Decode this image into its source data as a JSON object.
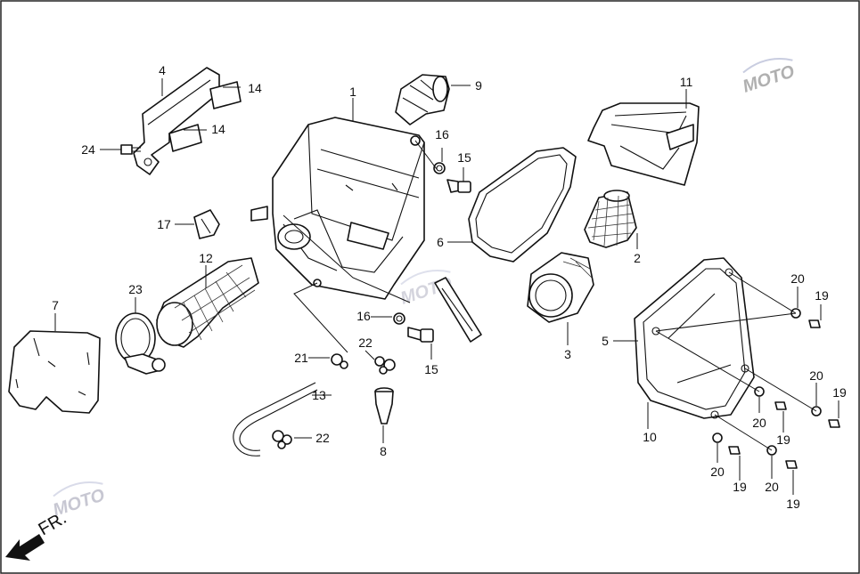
{
  "callouts": {
    "c1": "1",
    "c2": "2",
    "c3": "3",
    "c4": "4",
    "c5": "5",
    "c6": "6",
    "c7": "7",
    "c8": "8",
    "c9": "9",
    "c10": "10",
    "c11": "11",
    "c12": "12",
    "c13": "13",
    "c14a": "14",
    "c14b": "14",
    "c15a": "15",
    "c15b": "15",
    "c16a": "16",
    "c16b": "16",
    "c17": "17",
    "c19a": "19",
    "c19b": "19",
    "c19c": "19",
    "c19d": "19",
    "c19e": "19",
    "c20a": "20",
    "c20b": "20",
    "c20c": "20",
    "c20d": "20",
    "c20e": "20",
    "c21": "21",
    "c22a": "22",
    "c22b": "22",
    "c23": "23",
    "c24": "24"
  },
  "direction_marker": "FR.",
  "watermark": {
    "text": "MOTO",
    "colors": {
      "m": "#b0b0b0",
      "o1": "#e07a7a",
      "t": "#9aa6c8",
      "o2": "#e8a070"
    }
  },
  "colors": {
    "line": "#111111",
    "background": "#ffffff",
    "frame": "#222222"
  }
}
